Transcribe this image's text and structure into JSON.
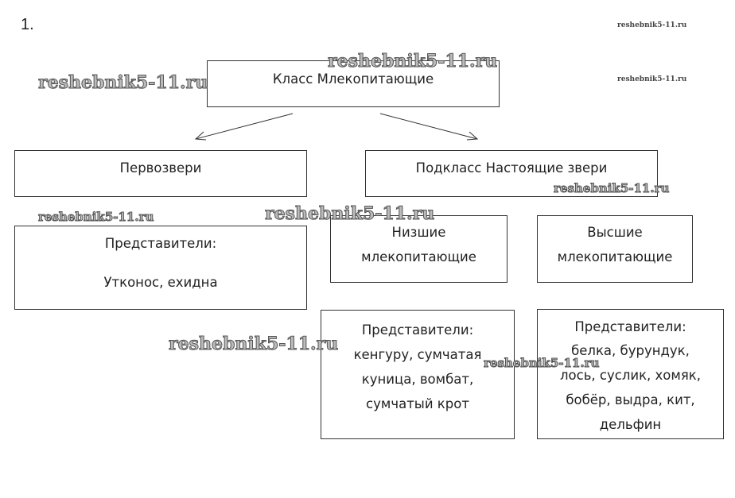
{
  "task_number": "1.",
  "watermark": "reshebnik5-11.ru",
  "root": {
    "label": "Класс Млекопитающие"
  },
  "prototheria": {
    "label": "Первозвери",
    "representatives_title": "Представители:",
    "representatives": "Утконос, ехидна"
  },
  "theria": {
    "label": "Подкласс Настоящие звери"
  },
  "lower": {
    "lines": [
      "Низшие",
      "млекопитающие"
    ],
    "representatives_lines": [
      "Представители:",
      "кенгуру, сумчатая",
      "куница, вомбат,",
      "сумчатый крот"
    ]
  },
  "higher": {
    "lines": [
      "Высшие",
      "млекопитающие"
    ],
    "representatives_lines": [
      "Представители:",
      "белка, бурундук,",
      "лось, суслик, хомяк,",
      "бобёр, выдра, кит,",
      "дельфин"
    ]
  }
}
